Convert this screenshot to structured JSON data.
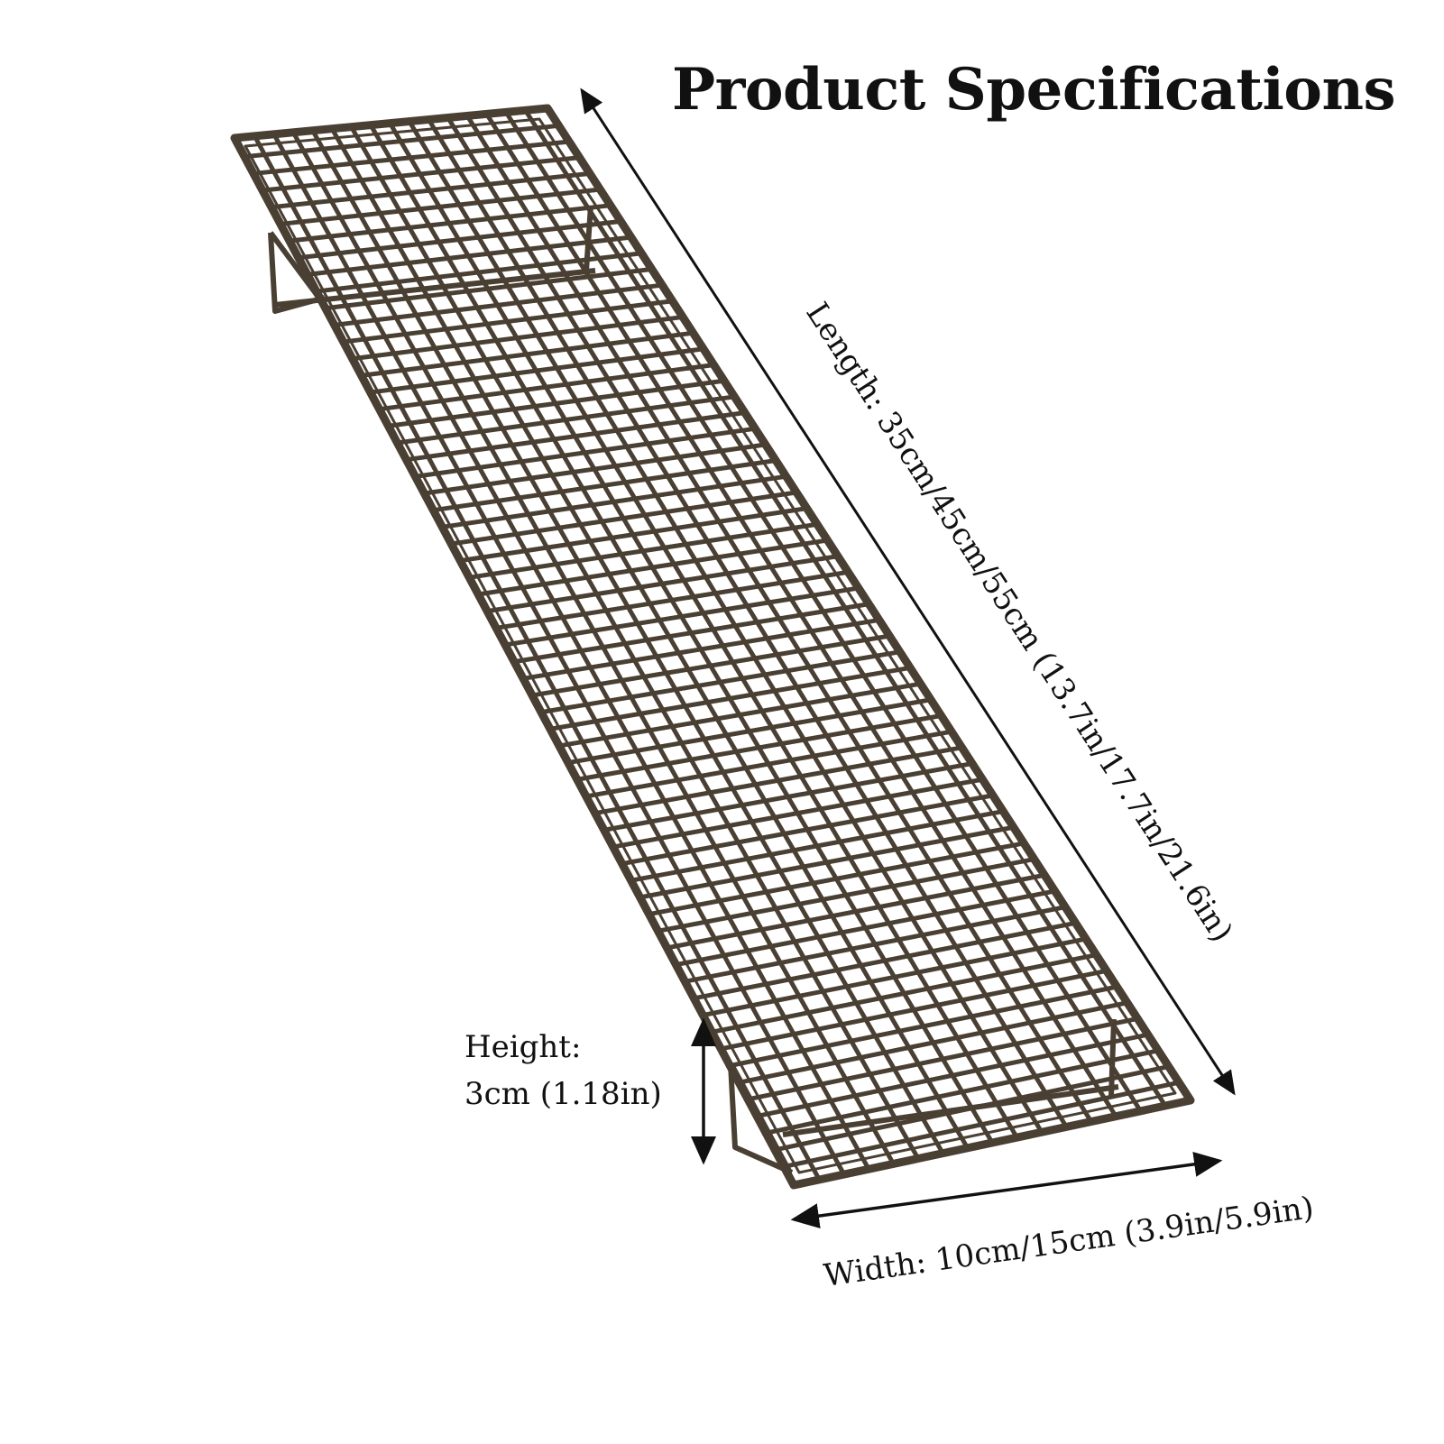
{
  "title": "Product Specifications",
  "dimensions": {
    "length": "Length: 35cm/45cm/55cm (13.7in/17.7in/21.6in)",
    "width": "Width: 10cm/15cm (3.9in/5.9in)",
    "height_line1": "Height:",
    "height_line2": "3cm (1.18in)"
  },
  "colors": {
    "rack": "#4a3f33",
    "arrow": "#111111"
  }
}
